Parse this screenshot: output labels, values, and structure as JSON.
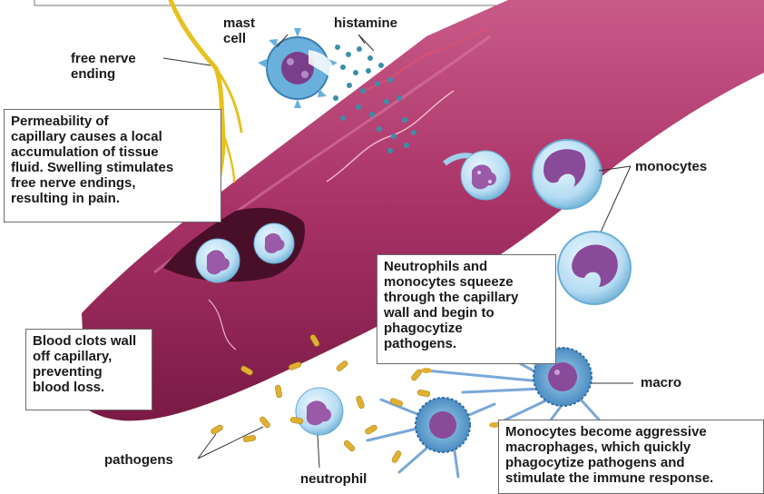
{
  "labels": {
    "mast_cell": "mast\ncell",
    "histamine": "histamine",
    "free_nerve_ending": "free nerve\nending",
    "monocytes": "monocytes",
    "macro": "macro",
    "pathogens": "pathogens",
    "neutrophil": "neutrophil"
  },
  "boxes": {
    "permeability": "Permeability of\ncapillary causes a local\naccumulation of tissue\nfluid. Swelling stimulates\nfree nerve endings,\nresulting in pain.",
    "neutrophils_monocytes": "Neutrophils and\nmonocytes squeeze\nthrough the capillary\nwall and begin to\nphagocytize\npathogens.",
    "blood_clots": "Blood clots wall\noff capillary,\npreventing\nblood loss.",
    "macrophages": "Monocytes become aggressive\nmacrophages, which quickly\nphagocytize pathogens and\nstimulate the immune response."
  },
  "colors": {
    "capillary": "#a02a5c",
    "capillary_highlight": "#c8588a",
    "nerve": "#e8c020",
    "histamine": "#3a8fa8",
    "cell_membrane": "#9fd0ea",
    "nucleus": "#8a4a9a",
    "pathogen": "#e0b030"
  }
}
